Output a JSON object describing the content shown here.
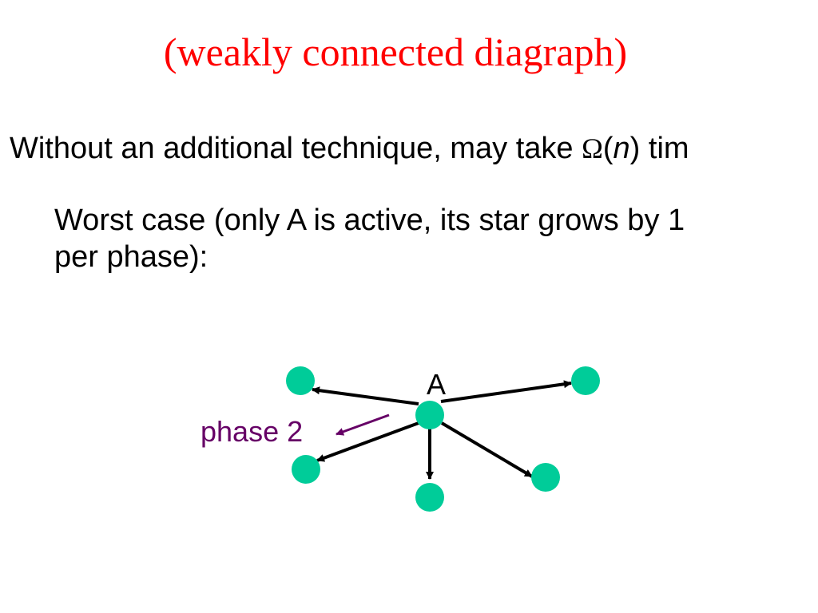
{
  "title": "(weakly connected diagraph)",
  "statement": {
    "prefix": "Without an additional technique, may take ",
    "omega": "Ω",
    "open_paren": "(",
    "variable": "n",
    "suffix": ") tim"
  },
  "worst_case": {
    "line1": "Worst case (only A is active, its star grows by 1",
    "line2": "per phase):"
  },
  "diagram": {
    "hub_label": "A",
    "phase_label": "phase 2",
    "node_color": "#00cc99",
    "edge_color": "#000000",
    "phase_color": "#660066"
  }
}
